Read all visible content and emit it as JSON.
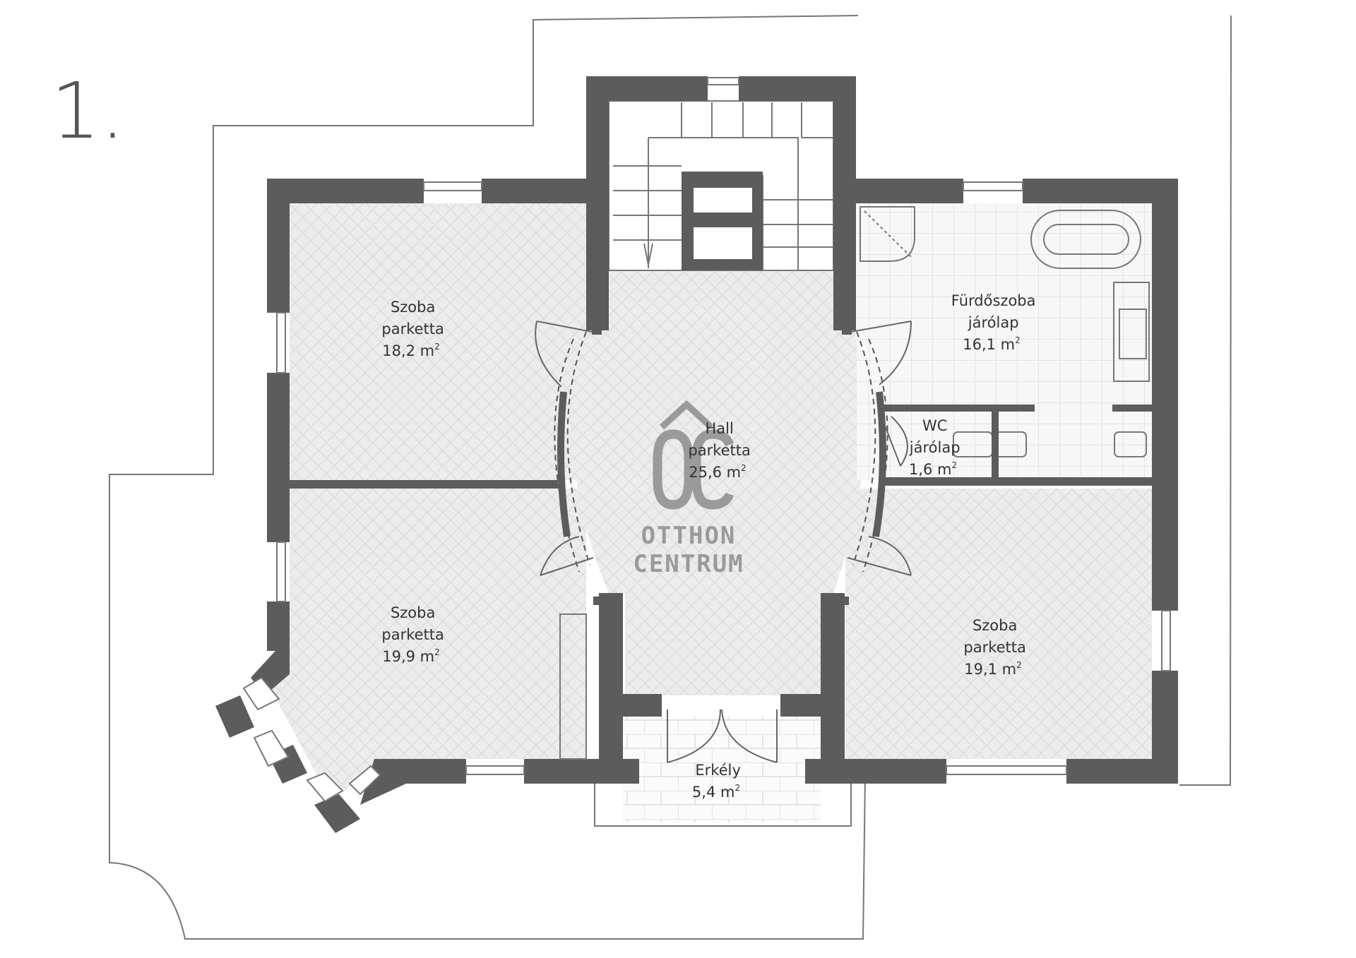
{
  "floor_label": "1.",
  "rooms": [
    {
      "id": "szoba-1",
      "name": "Szoba",
      "material": "parketta",
      "area": "18,2 m",
      "unit_sup": "2"
    },
    {
      "id": "szoba-2",
      "name": "Szoba",
      "material": "parketta",
      "area": "19,9 m",
      "unit_sup": "2"
    },
    {
      "id": "hall",
      "name": "Hall",
      "material": "parketta",
      "area": "25,6 m",
      "unit_sup": "2"
    },
    {
      "id": "furdoszoba",
      "name": "Fürdőszoba",
      "material": "járólap",
      "area": "16,1 m",
      "unit_sup": "2"
    },
    {
      "id": "wc",
      "name": "WC",
      "material": "járólap",
      "area": "1,6 m",
      "unit_sup": "2"
    },
    {
      "id": "szoba-3",
      "name": "Szoba",
      "material": "parketta",
      "area": "19,1 m",
      "unit_sup": "2"
    },
    {
      "id": "erkely",
      "name": "Erkély",
      "area": "5,4 m",
      "unit_sup": "2"
    }
  ],
  "logo": {
    "line1": "OTTHON",
    "line2": "CENTRUM"
  },
  "colors": {
    "wall": "#5c5c5c",
    "floor_parquet": "#ededed",
    "floor_tile": "#f6f6f6",
    "line": "#777777",
    "logo": "#9a9a9a"
  }
}
